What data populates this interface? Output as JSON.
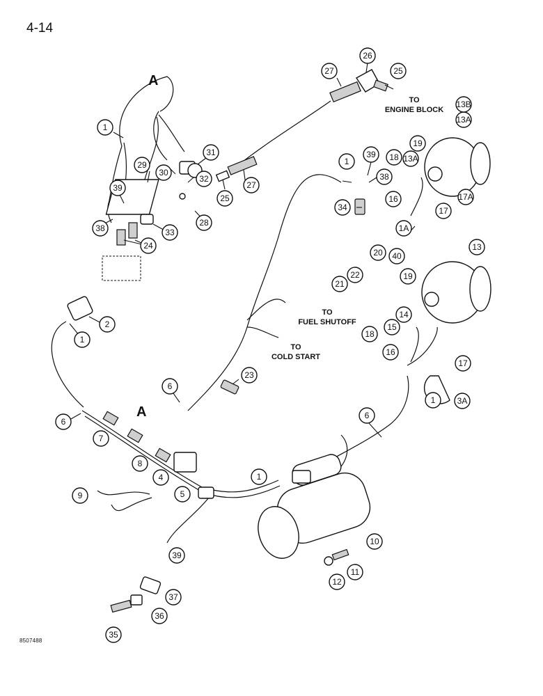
{
  "page_number": "4-14",
  "figure_code": "8507488",
  "section_refs": [
    "A",
    "A"
  ],
  "notes": {
    "engine_block": [
      "TO",
      "ENGINE BLOCK"
    ],
    "fuel_shutoff": [
      "TO",
      "FUEL SHUTOFF"
    ],
    "cold_start": [
      "TO",
      "COLD START"
    ]
  },
  "callouts": [
    "1",
    "1",
    "1",
    "1",
    "1",
    "1",
    "1A",
    "2",
    "3A",
    "4",
    "5",
    "6",
    "6",
    "6",
    "7",
    "8",
    "9",
    "10",
    "11",
    "12",
    "13",
    "13A",
    "13A",
    "13B",
    "14",
    "15",
    "16",
    "16",
    "17",
    "17",
    "17A",
    "18",
    "18",
    "19",
    "19",
    "20",
    "21",
    "22",
    "23",
    "24",
    "25",
    "25",
    "26",
    "27",
    "27",
    "28",
    "29",
    "30",
    "31",
    "32",
    "33",
    "34",
    "35",
    "36",
    "37",
    "38",
    "38",
    "39",
    "39",
    "39",
    "40"
  ]
}
